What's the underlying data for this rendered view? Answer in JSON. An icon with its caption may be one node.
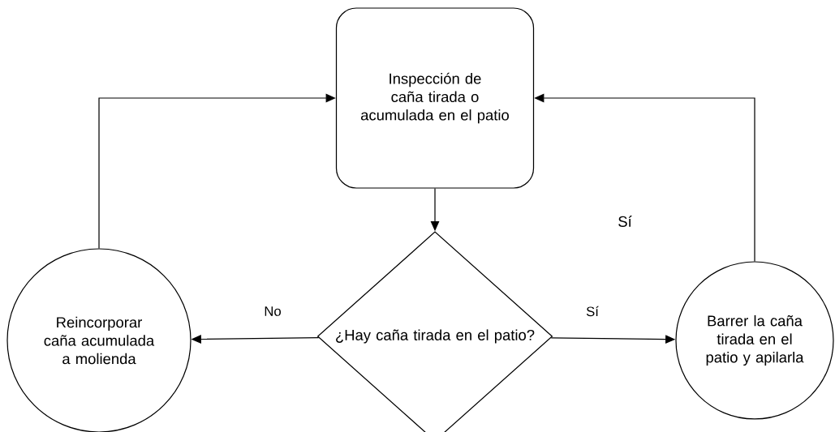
{
  "diagram": {
    "nodes": [
      {
        "text": [
          "Inspección de caña tirada o acumulada en el patio"
        ]
      },
      {
        "text": [
          "¿Hay caña tirada en el patio?"
        ]
      },
      {
        "text": [
          "Reincorporar caña acumulada a molienda"
        ]
      },
      {
        "text": [
          "Barrer la caña tirada en el patio y apilarla"
        ]
      }
    ],
    "edges": [
      {
        "from": 0,
        "to": 1,
        "arrow": "to"
      },
      {
        "from": 1,
        "to": 2,
        "arrow": "to",
        "label": "No"
      },
      {
        "from": 1,
        "to": 3,
        "arrow": "to",
        "label": "Sí"
      },
      {
        "from": 2,
        "to": 0,
        "arrow": "to"
      },
      {
        "from": 3,
        "to": 0,
        "arrow": "to"
      }
    ],
    "labels": [
      "Sí"
    ]
  }
}
